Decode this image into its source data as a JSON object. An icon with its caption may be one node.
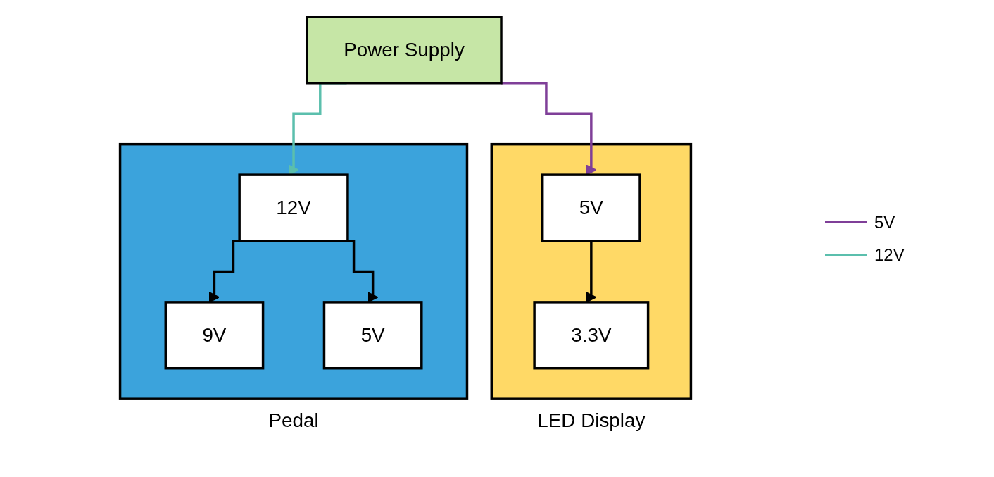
{
  "diagram": {
    "nodes": [
      {
        "text": [
          "Power Supply"
        ]
      },
      {
        "text": [
          "LED Display"
        ]
      },
      {
        "text": [
          "5V"
        ],
        "in": 1
      },
      {
        "text": [
          "3.3V"
        ],
        "in": 1
      },
      {
        "text": [
          "Pedal"
        ]
      },
      {
        "text": [
          "12V"
        ],
        "in": 4
      },
      {
        "text": [
          "9V"
        ],
        "in": 4
      },
      {
        "text": [
          "5V"
        ],
        "in": 4
      }
    ],
    "edges": [
      {
        "from": 0,
        "to": 2,
        "arrow": "to",
        "color": "#7f3f98"
      },
      {
        "from": 2,
        "to": 3,
        "arrow": "to"
      },
      {
        "from": 0,
        "to": 5,
        "arrow": "to",
        "color": "#5bbfad"
      },
      {
        "from": 5,
        "to": 6,
        "arrow": "to"
      },
      {
        "from": 5,
        "to": 7,
        "arrow": "to"
      }
    ],
    "legend": [
      {
        "text": "5V"
      },
      {
        "text": "12V"
      }
    ]
  }
}
